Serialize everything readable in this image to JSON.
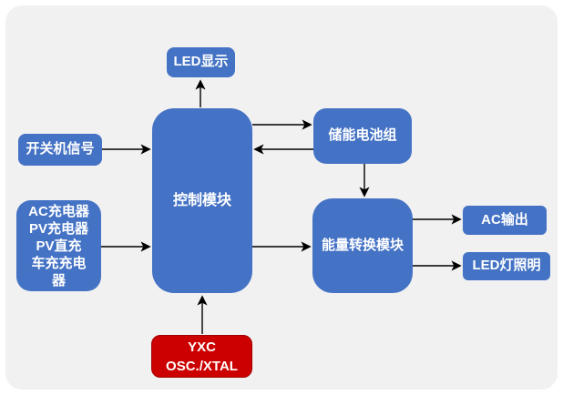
{
  "diagram": {
    "nodes": {
      "led_display": {
        "label": "LED显示"
      },
      "power_signal": {
        "label": "开关机信号"
      },
      "control_module": {
        "label": "控制模块"
      },
      "battery_pack": {
        "label": "储能电池组"
      },
      "energy_conversion": {
        "label": "能量转换模块"
      },
      "chargers": {
        "label": [
          "AC充电器",
          "PV充电器",
          "PV直充",
          "车充充电",
          "器"
        ]
      },
      "ac_output": {
        "label": "AC输出"
      },
      "led_lighting": {
        "label": "LED灯照明"
      },
      "oscillator": {
        "label": [
          "YXC",
          "OSC./XTAL"
        ]
      }
    },
    "colors": {
      "node_blue": "#4472c4",
      "node_red": "#cc0000",
      "panel_background": "#f1f1f2",
      "arrow": "#000000",
      "node_text": "#ffffff"
    },
    "connections": [
      "control_module -> led_display",
      "power_signal -> control_module",
      "control_module -> battery_pack",
      "battery_pack -> control_module",
      "battery_pack -> energy_conversion",
      "chargers -> control_module",
      "control_module -> energy_conversion",
      "energy_conversion -> ac_output",
      "energy_conversion -> led_lighting",
      "oscillator -> control_module"
    ]
  }
}
